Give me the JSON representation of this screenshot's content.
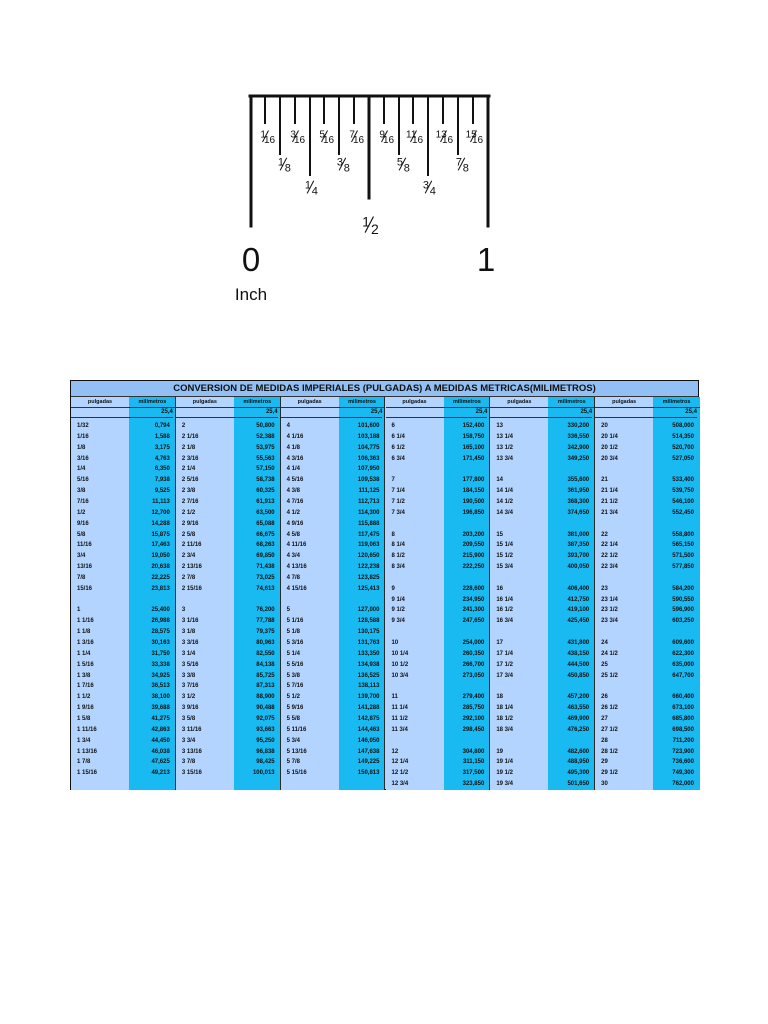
{
  "ruler": {
    "zero": "0",
    "one": "1",
    "unit": "Inch",
    "half": {
      "num": "1",
      "den": "2"
    },
    "quarters": [
      {
        "num": "1",
        "den": "4"
      },
      {
        "num": "3",
        "den": "4"
      }
    ],
    "eighths": [
      {
        "num": "1",
        "den": "8"
      },
      {
        "num": "3",
        "den": "8"
      },
      {
        "num": "5",
        "den": "8"
      },
      {
        "num": "7",
        "den": "8"
      }
    ],
    "sixteenths": [
      {
        "num": "1",
        "den": "16"
      },
      {
        "num": "3",
        "den": "16"
      },
      {
        "num": "5",
        "den": "16"
      },
      {
        "num": "7",
        "den": "16"
      },
      {
        "num": "9",
        "den": "16"
      },
      {
        "num": "11",
        "den": "16"
      },
      {
        "num": "13",
        "den": "16"
      },
      {
        "num": "15",
        "den": "16"
      }
    ]
  },
  "table": {
    "title": "CONVERSION DE MEDIDAS IMPERIALES (PULGADAS) A MEDIDAS METRICAS(MILIMETROS)",
    "header_pulgadas": "pulgadas",
    "header_milimetros": "milimetros",
    "reference": "25,4",
    "groups": [
      [
        [
          "1/32",
          "0,794"
        ],
        [
          "1/16",
          "1,588"
        ],
        [
          "1/8",
          "3,175"
        ],
        [
          "3/16",
          "4,763"
        ],
        [
          "1/4",
          "6,350"
        ],
        [
          "5/16",
          "7,938"
        ],
        [
          "3/8",
          "9,525"
        ],
        [
          "7/16",
          "11,113"
        ],
        [
          "1/2",
          "12,700"
        ],
        [
          "9/16",
          "14,288"
        ],
        [
          "5/8",
          "15,875"
        ],
        [
          "11/16",
          "17,463"
        ],
        [
          "3/4",
          "19,050"
        ],
        [
          "13/16",
          "20,638"
        ],
        [
          "7/8",
          "22,225"
        ],
        [
          "15/16",
          "23,813"
        ],
        [
          "",
          ""
        ],
        [
          "1",
          "25,400"
        ],
        [
          "1  1/16",
          "26,988"
        ],
        [
          "1  1/8",
          "28,575"
        ],
        [
          "1  3/16",
          "30,163"
        ],
        [
          "1  1/4",
          "31,750"
        ],
        [
          "1  5/16",
          "33,338"
        ],
        [
          "1  3/8",
          "34,925"
        ],
        [
          "1  7/16",
          "36,513"
        ],
        [
          "1  1/2",
          "38,100"
        ],
        [
          "1  9/16",
          "39,688"
        ],
        [
          "1  5/8",
          "41,275"
        ],
        [
          "1 11/16",
          "42,863"
        ],
        [
          "1  3/4",
          "44,450"
        ],
        [
          "1 13/16",
          "46,038"
        ],
        [
          "1  7/8",
          "47,625"
        ],
        [
          "1 15/16",
          "49,213"
        ]
      ],
      [
        [
          "2",
          "50,800"
        ],
        [
          "2  1/16",
          "52,388"
        ],
        [
          "2  1/8",
          "53,975"
        ],
        [
          "2  3/16",
          "55,563"
        ],
        [
          "2  1/4",
          "57,150"
        ],
        [
          "2  5/16",
          "58,738"
        ],
        [
          "2  3/8",
          "60,325"
        ],
        [
          "2  7/16",
          "61,913"
        ],
        [
          "2  1/2",
          "63,500"
        ],
        [
          "2  9/16",
          "65,088"
        ],
        [
          "2  5/8",
          "66,675"
        ],
        [
          "2 11/16",
          "68,263"
        ],
        [
          "2  3/4",
          "69,850"
        ],
        [
          "2 13/16",
          "71,438"
        ],
        [
          "2  7/8",
          "73,025"
        ],
        [
          "2 15/16",
          "74,613"
        ],
        [
          "",
          ""
        ],
        [
          "3",
          "76,200"
        ],
        [
          "3  1/16",
          "77,788"
        ],
        [
          "3  1/8",
          "79,375"
        ],
        [
          "3  3/16",
          "80,963"
        ],
        [
          "3  1/4",
          "82,550"
        ],
        [
          "3  5/16",
          "84,138"
        ],
        [
          "3  3/8",
          "85,725"
        ],
        [
          "3  7/16",
          "87,313"
        ],
        [
          "3  1/2",
          "88,900"
        ],
        [
          "3  9/16",
          "90,488"
        ],
        [
          "3  5/8",
          "92,075"
        ],
        [
          "3 11/16",
          "93,663"
        ],
        [
          "3  3/4",
          "95,250"
        ],
        [
          "3 13/16",
          "96,838"
        ],
        [
          "3  7/8",
          "98,425"
        ],
        [
          "3 15/16",
          "100,013"
        ]
      ],
      [
        [
          "4",
          "101,600"
        ],
        [
          "4  1/16",
          "103,188"
        ],
        [
          "4 1/8",
          "104,775"
        ],
        [
          "4  3/16",
          "106,363"
        ],
        [
          "4 1/4",
          "107,950"
        ],
        [
          "4  5/16",
          "109,538"
        ],
        [
          "4 3/8",
          "111,125"
        ],
        [
          "4  7/16",
          "112,713"
        ],
        [
          "4 1/2",
          "114,300"
        ],
        [
          "4  9/16",
          "115,888"
        ],
        [
          "4 5/8",
          "117,475"
        ],
        [
          "4 11/16",
          "119,063"
        ],
        [
          "4 3/4",
          "120,650"
        ],
        [
          "4 13/16",
          "122,238"
        ],
        [
          "4 7/8",
          "123,825"
        ],
        [
          "4 15/16",
          "125,413"
        ],
        [
          "",
          ""
        ],
        [
          "5",
          "127,000"
        ],
        [
          "5  1/16",
          "128,588"
        ],
        [
          "5 1/8",
          "130,175"
        ],
        [
          "5  3/16",
          "131,763"
        ],
        [
          "5 1/4",
          "133,350"
        ],
        [
          "5  5/16",
          "134,938"
        ],
        [
          "5 3/8",
          "136,525"
        ],
        [
          "5  7/16",
          "138,113"
        ],
        [
          "5 1/2",
          "139,700"
        ],
        [
          "5  9/16",
          "141,288"
        ],
        [
          "5 5/8",
          "142,875"
        ],
        [
          "5 11/16",
          "144,463"
        ],
        [
          "5 3/4",
          "146,050"
        ],
        [
          "5 13/16",
          "147,638"
        ],
        [
          "5 7/8",
          "149,225"
        ],
        [
          "5 15/16",
          "150,813"
        ]
      ],
      [
        [
          "6",
          "152,400"
        ],
        [
          "6  1/4",
          "158,750"
        ],
        [
          "6  1/2",
          "165,100"
        ],
        [
          "6  3/4",
          "171,450"
        ],
        [
          "",
          ""
        ],
        [
          "7",
          "177,800"
        ],
        [
          "7  1/4",
          "184,150"
        ],
        [
          "7  1/2",
          "190,500"
        ],
        [
          "7  3/4",
          "196,850"
        ],
        [
          "",
          ""
        ],
        [
          "8",
          "203,200"
        ],
        [
          "8  1/4",
          "209,550"
        ],
        [
          "8  1/2",
          "215,900"
        ],
        [
          "8  3/4",
          "222,250"
        ],
        [
          "",
          ""
        ],
        [
          "9",
          "228,600"
        ],
        [
          "9  1/4",
          "234,950"
        ],
        [
          "9  1/2",
          "241,300"
        ],
        [
          "9  3/4",
          "247,650"
        ],
        [
          "",
          ""
        ],
        [
          "10",
          "254,000"
        ],
        [
          "10  1/4",
          "260,350"
        ],
        [
          "10  1/2",
          "266,700"
        ],
        [
          "10  3/4",
          "273,050"
        ],
        [
          "",
          ""
        ],
        [
          "11",
          "279,400"
        ],
        [
          "11  1/4",
          "285,750"
        ],
        [
          "11  1/2",
          "292,100"
        ],
        [
          "11  3/4",
          "298,450"
        ],
        [
          "",
          ""
        ],
        [
          "12",
          "304,800"
        ],
        [
          "12  1/4",
          "311,150"
        ],
        [
          "12  1/2",
          "317,500"
        ],
        [
          "12  3/4",
          "323,850"
        ]
      ],
      [
        [
          "13",
          "330,200"
        ],
        [
          "13  1/4",
          "336,550"
        ],
        [
          "13  1/2",
          "342,900"
        ],
        [
          "13  3/4",
          "349,250"
        ],
        [
          "",
          ""
        ],
        [
          "14",
          "355,600"
        ],
        [
          "14  1/4",
          "361,950"
        ],
        [
          "14  1/2",
          "368,300"
        ],
        [
          "14  3/4",
          "374,650"
        ],
        [
          "",
          ""
        ],
        [
          "15",
          "381,000"
        ],
        [
          "15  1/4",
          "387,350"
        ],
        [
          "15  1/2",
          "393,700"
        ],
        [
          "15  3/4",
          "400,050"
        ],
        [
          "",
          ""
        ],
        [
          "16",
          "406,400"
        ],
        [
          "16  1/4",
          "412,750"
        ],
        [
          "16  1/2",
          "419,100"
        ],
        [
          "16  3/4",
          "425,450"
        ],
        [
          "",
          ""
        ],
        [
          "17",
          "431,800"
        ],
        [
          "17  1/4",
          "438,150"
        ],
        [
          "17  1/2",
          "444,500"
        ],
        [
          "17  3/4",
          "450,850"
        ],
        [
          "",
          ""
        ],
        [
          "18",
          "457,200"
        ],
        [
          "18  1/4",
          "463,550"
        ],
        [
          "18  1/2",
          "469,900"
        ],
        [
          "18  3/4",
          "476,250"
        ],
        [
          "",
          ""
        ],
        [
          "19",
          "482,600"
        ],
        [
          "19  1/4",
          "488,950"
        ],
        [
          "19  1/2",
          "495,300"
        ],
        [
          "19  3/4",
          "501,650"
        ]
      ],
      [
        [
          "20",
          "508,000"
        ],
        [
          "20  1/4",
          "514,350"
        ],
        [
          "20  1/2",
          "520,700"
        ],
        [
          "20  3/4",
          "527,050"
        ],
        [
          "",
          ""
        ],
        [
          "21",
          "533,400"
        ],
        [
          "21  1/4",
          "539,750"
        ],
        [
          "21  1/2",
          "546,100"
        ],
        [
          "21  3/4",
          "552,450"
        ],
        [
          "",
          ""
        ],
        [
          "22",
          "558,800"
        ],
        [
          "22  1/4",
          "565,150"
        ],
        [
          "22  1/2",
          "571,500"
        ],
        [
          "22  3/4",
          "577,850"
        ],
        [
          "",
          ""
        ],
        [
          "23",
          "584,200"
        ],
        [
          "23  1/4",
          "590,550"
        ],
        [
          "23  1/2",
          "596,900"
        ],
        [
          "23  3/4",
          "603,250"
        ],
        [
          "",
          ""
        ],
        [
          "24",
          "609,600"
        ],
        [
          "24  1/2",
          "622,300"
        ],
        [
          "25",
          "635,000"
        ],
        [
          "25  1/2",
          "647,700"
        ],
        [
          "",
          ""
        ],
        [
          "26",
          "660,400"
        ],
        [
          "26  1/2",
          "673,100"
        ],
        [
          "27",
          "685,800"
        ],
        [
          "27  1/2",
          "698,500"
        ],
        [
          "28",
          "711,200"
        ],
        [
          "28  1/2",
          "723,900"
        ],
        [
          "29",
          "736,600"
        ],
        [
          "29  1/2",
          "749,300"
        ],
        [
          "30",
          "762,000"
        ]
      ]
    ]
  }
}
